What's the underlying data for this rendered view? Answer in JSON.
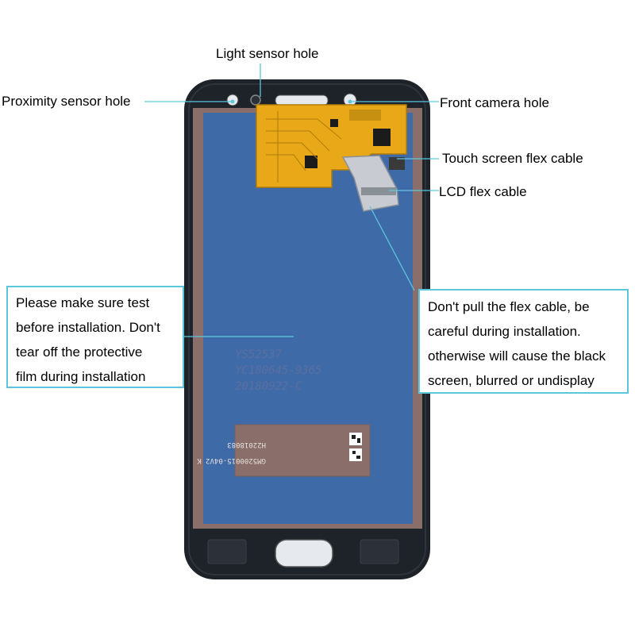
{
  "callouts": {
    "light_sensor": "Light sensor hole",
    "proximity_sensor": "Proximity sensor hole",
    "front_camera": "Front camera hole",
    "touch_flex": "Touch screen flex cable",
    "lcd_flex": "LCD flex cable"
  },
  "notes": {
    "left": [
      "Please make sure test",
      "before installation. Don't",
      "tear off the protective",
      "film during installation"
    ],
    "right": [
      "Don't pull the flex cable, be",
      "careful during installation.",
      "otherwise will cause the black",
      "screen, blurred or undisplay"
    ]
  },
  "panel_print": {
    "lines": [
      "YS52537",
      "YC180645-9365",
      "20180922-C"
    ],
    "sticker_line1": "H22018083",
    "sticker_line2": "GM5200015-04V2 K"
  },
  "colors": {
    "leader_line": "#5cc6dd",
    "panel_back": "#3f6aa8",
    "frame": "#1e2329",
    "flex_cable": "#e8a818"
  }
}
